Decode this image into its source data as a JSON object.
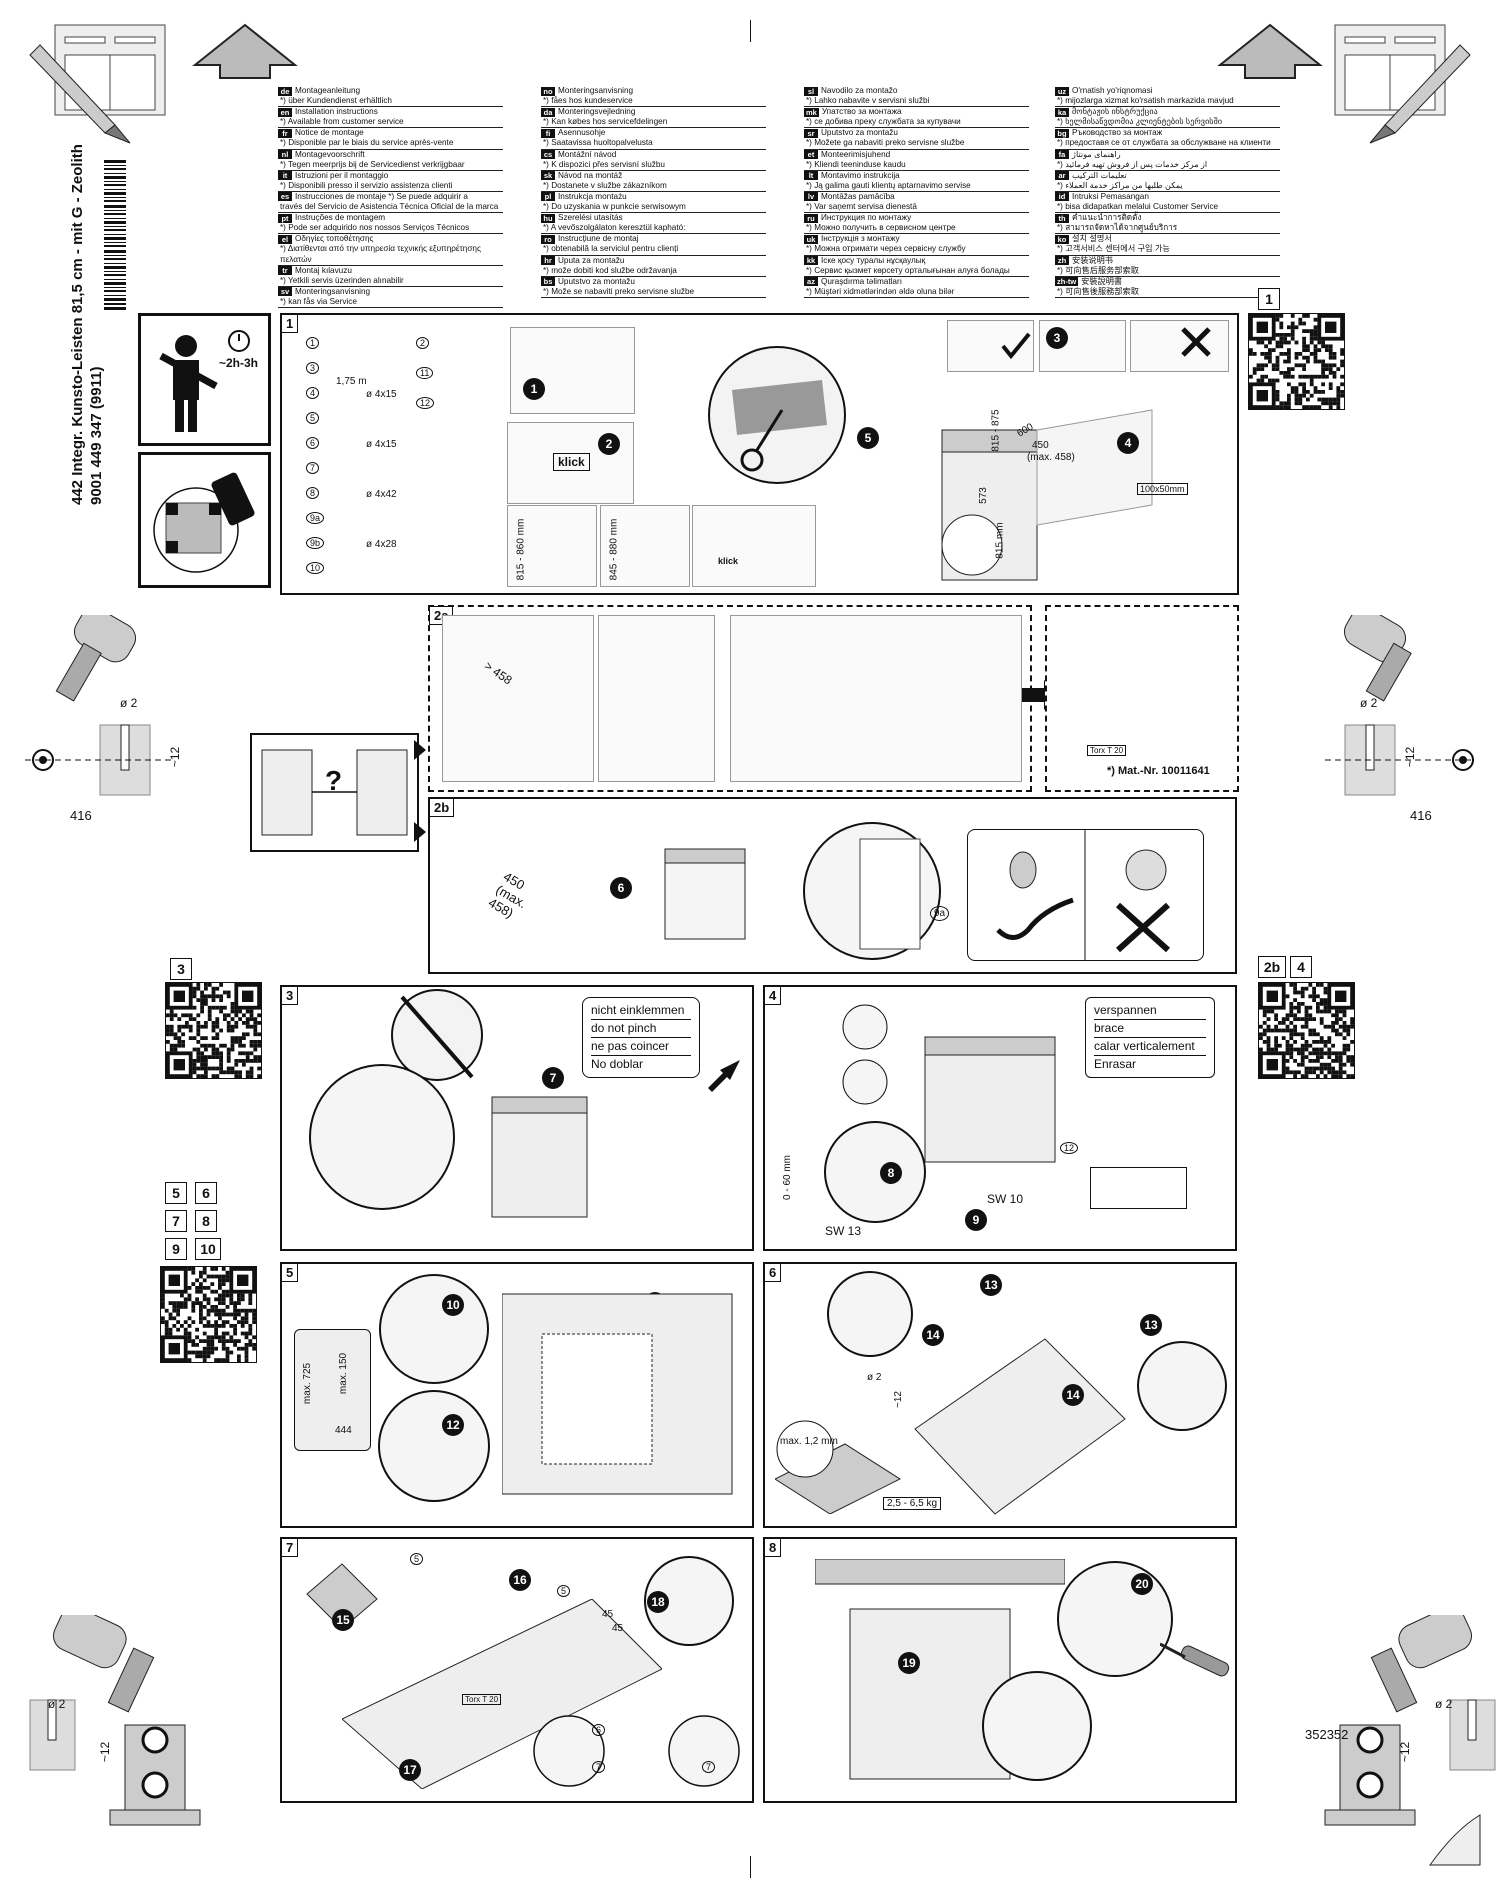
{
  "title": {
    "line1": "442 Integr. Kunsto-Leisten 81,5 cm - mit G - Zeolith",
    "line2": "9001 449 347 (9911)"
  },
  "languages": {
    "col1": [
      {
        "code": "de",
        "title": "Montageanleitung",
        "note": "*) über Kundendienst erhältlich"
      },
      {
        "code": "en",
        "title": "Installation instructions",
        "note": "*) Available from customer service"
      },
      {
        "code": "fr",
        "title": "Notice de montage",
        "note": "*) Disponible par le biais du service après-vente"
      },
      {
        "code": "nl",
        "title": "Montagevoorschrift",
        "note": "*) Tegen meerprijs bij de Servicedienst verkrijgbaar"
      },
      {
        "code": "it",
        "title": "Istruzioni per il montaggio",
        "note": "*) Disponibili presso il servizio assistenza clienti"
      },
      {
        "code": "es",
        "title": "Instrucciones de montaje    *) Se puede adquirir a",
        "note": "través del Servicio de Asistencia Técnica Oficial de la marca"
      },
      {
        "code": "pt",
        "title": "Instruções de montagem",
        "note": "*) Pode ser adquirido nos nossos Serviços Técnicos"
      },
      {
        "code": "el",
        "title": "Οδηγίες τοποθέτησης",
        "note": "*) Διατίθενται από την υπηρεσία τεχνικής εξυπηρέτησης πελατών"
      },
      {
        "code": "tr",
        "title": "Montaj kılavuzu",
        "note": "*) Yetkili servis üzerinden alınabilir"
      },
      {
        "code": "sv",
        "title": "Monteringsanvisning",
        "note": "*) kan fås via Service"
      }
    ],
    "col2": [
      {
        "code": "no",
        "title": "Monteringsanvisning",
        "note": "*) fåes hos kundeservice"
      },
      {
        "code": "da",
        "title": "Monteringsvejledning",
        "note": "*) Kan købes hos servicefdelingen"
      },
      {
        "code": "fi",
        "title": "Asennusohje",
        "note": "*) Saatavissa huoltopalvelusta"
      },
      {
        "code": "cs",
        "title": "Montážní návod",
        "note": "*) K dispozici přes servisní službu"
      },
      {
        "code": "sk",
        "title": "Návod na montáž",
        "note": "*) Dostanete v službe zákazníkom"
      },
      {
        "code": "pl",
        "title": "Instrukcja montażu",
        "note": "*) Do uzyskania w punkcie serwisowym"
      },
      {
        "code": "hu",
        "title": "Szerelési utasítás",
        "note": "*) A vevőszolgálaton keresztül kapható:"
      },
      {
        "code": "ro",
        "title": "Instrucțiune de montaj",
        "note": "*) obtenabilă la serviciul pentru clienți"
      },
      {
        "code": "hr",
        "title": "Uputa za montažu",
        "note": "*) može dobiti kod službe održavanja"
      },
      {
        "code": "bs",
        "title": "Uputstvo za montažu",
        "note": "*) Može se nabaviti preko servisne službe"
      }
    ],
    "col3": [
      {
        "code": "sl",
        "title": "Navodilo za montažo",
        "note": "*) Lahko nabavite v servisni službi"
      },
      {
        "code": "mk",
        "title": "Упатство за монтажа",
        "note": "*) се добива преку службата за купувачи"
      },
      {
        "code": "sr",
        "title": "Uputstvo za montažu",
        "note": "*) Možete ga nabaviti preko servisne službe"
      },
      {
        "code": "et",
        "title": "Monteerimisjuhend",
        "note": "*) Kliendi teeninduse kaudu"
      },
      {
        "code": "lt",
        "title": "Montavimo instrukcija",
        "note": "*) Ją galima gauti klientų aptarnavimo servise"
      },
      {
        "code": "lv",
        "title": "Montāžas pamācība",
        "note": "*) Var saņemt servisa dienestā"
      },
      {
        "code": "ru",
        "title": "Инструкция по монтажу",
        "note": "*) Можно получить в сервисном центре"
      },
      {
        "code": "uk",
        "title": "Інструкція з монтажу",
        "note": "*) Можна отримати через сервісну службу"
      },
      {
        "code": "kk",
        "title": "Іске қосу туралы нұсқаулық",
        "note": "*) Сервис қызмет көрсету орталығынан алуға болады"
      },
      {
        "code": "az",
        "title": "Quraşdırma təlimatları",
        "note": "*) Müştəri xidmətlərindən əldə oluna bilər"
      }
    ],
    "col4": [
      {
        "code": "uz",
        "title": "O'rnatish yo'riqnomasi",
        "note": "*) mijozlarga xizmat ko'rsatish markazida mavjud"
      },
      {
        "code": "ka",
        "title": "მონტაჟის ინსტრუქცია",
        "note": "*) ხელმისაწვდომია კლიენტების სერვისში"
      },
      {
        "code": "bg",
        "title": "Ръководство за монтаж",
        "note": "*) предоставя се от службата за обслужване на клиенти"
      },
      {
        "code": "fa",
        "title": "راهنمای مونتاژ",
        "note": "*) از مرکز خدمات پس از فروش تهیه فرمائید"
      },
      {
        "code": "ar",
        "title": "تعليمات التركيب",
        "note": "*) يمكن طلبها من مراكز خدمة العملاء"
      },
      {
        "code": "id",
        "title": "Intruksi Pemasangan",
        "note": "*) bisa didapatkan melalui Customer Service"
      },
      {
        "code": "th",
        "title": "คำแนะนำการติดตั้ง",
        "note": "*) สามารถจัดหาได้จากศูนย์บริการ"
      },
      {
        "code": "ko",
        "title": "설치 설명서",
        "note": "*) 고객서비스 센터에서 구입 가능"
      },
      {
        "code": "zh",
        "title": "安装说明书",
        "note": "*) 可向售后服务部索取"
      },
      {
        "code": "zh-tw",
        "title": "安裝說明書",
        "note": "*) 可向售後服務部索取"
      }
    ]
  },
  "side_markers": {
    "drill_hole_dia": "ø 2",
    "drill_depth": "~12",
    "dim_left": "416",
    "dim_right": "416",
    "doc_number": "352352"
  },
  "intro": {
    "time": "~2h-3h"
  },
  "panel1": {
    "num": "1",
    "parts": [
      {
        "n": "1",
        "label": ""
      },
      {
        "n": "2",
        "label": ""
      },
      {
        "n": "3",
        "label": "1,75 m"
      },
      {
        "n": "4",
        "label": "ø 4x15"
      },
      {
        "n": "5",
        "label": ""
      },
      {
        "n": "6",
        "label": "ø 4x15"
      },
      {
        "n": "7",
        "label": ""
      },
      {
        "n": "8",
        "label": "ø 4x42"
      },
      {
        "n": "9a",
        "label": ""
      },
      {
        "n": "9b",
        "label": "ø 4x28"
      },
      {
        "n": "10",
        "label": ""
      },
      {
        "n": "11",
        "label": ""
      },
      {
        "n": "12",
        "label": ""
      }
    ],
    "klick": "klick",
    "range_a": "815 - 860 mm",
    "range_b": "845 - 880 mm",
    "range_c": "815 - 875",
    "height": "815 mm",
    "depth": "573",
    "w600": "600",
    "w450": "450",
    "w450max": "(max. 458)",
    "pipe": "100x50mm",
    "steps": [
      "1",
      "2",
      "3",
      "4",
      "5"
    ]
  },
  "panel2a": {
    "num": "2a",
    "dim": "> 458",
    "torx": "Torx T 20",
    "mat": "*) Mat.-Nr. 10011641"
  },
  "panel2b": {
    "num": "2b",
    "dim1": "450",
    "dim2": "(max.",
    "dim3": "458)",
    "step": "6",
    "part": "9a"
  },
  "question": "?",
  "panel3": {
    "num": "3",
    "step": "7",
    "callout": [
      "nicht einklemmen",
      "do not pinch",
      "ne pas coincer",
      "No doblar"
    ]
  },
  "panel4": {
    "num": "4",
    "steps": [
      "8",
      "9"
    ],
    "range": "0 - 60 mm",
    "sw13": "SW 13",
    "sw10": "SW 10",
    "part": "12",
    "callout": [
      "verspannen",
      "brace",
      "calar verticalement",
      "Enrasar"
    ]
  },
  "panel5": {
    "num": "5",
    "steps": [
      "10",
      "11",
      "12"
    ],
    "max725": "max. 725",
    "max150": "max. 150",
    "w444": "444"
  },
  "panel6": {
    "num": "6",
    "steps": [
      "13",
      "14"
    ],
    "dia": "ø 2",
    "depth": "~12",
    "thick": "max. 1,2 mm",
    "weight": "2,5 - 6,5 kg"
  },
  "panel7": {
    "num": "7",
    "steps": [
      "15",
      "16",
      "17",
      "18"
    ],
    "part5": "5",
    "part6": "6",
    "part7": "7",
    "d45a": "45",
    "d45b": "45",
    "torx": "Torx T 20"
  },
  "panel8": {
    "num": "8",
    "steps": [
      "19",
      "20"
    ]
  },
  "qr_tags": {
    "q1": [
      "1"
    ],
    "q2": [
      "2b",
      "4"
    ],
    "q3": [
      "3"
    ],
    "q4": [
      "5",
      "6",
      "7",
      "8",
      "9",
      "10"
    ]
  },
  "icons": [
    "pencil-icon",
    "house-arrow-icon",
    "drill-icon",
    "clock-icon",
    "phone-video-icon",
    "qr-code-icon",
    "scissors-icon",
    "check-icon",
    "cross-icon",
    "screwdriver-icon",
    "wrench-icon"
  ]
}
